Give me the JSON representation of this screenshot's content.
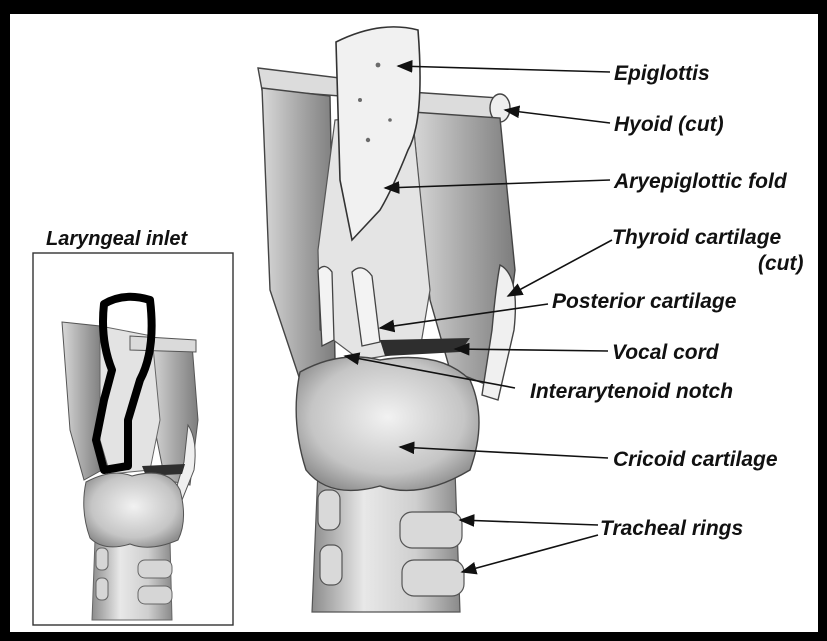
{
  "inset": {
    "title": "Laryngeal inlet"
  },
  "labels": {
    "epiglottis": "Epiglottis",
    "hyoid": "Hyoid (cut)",
    "aryepiglottic_fold": "Aryepiglottic fold",
    "thyroid_line1": "Thyroid cartilage",
    "thyroid_line2": "(cut)",
    "posterior_cartilage": "Posterior cartilage",
    "vocal_cord": "Vocal cord",
    "interarytenoid_notch": "Interarytenoid notch",
    "cricoid_cartilage": "Cricoid cartilage",
    "tracheal_rings": "Tracheal rings"
  },
  "colors": {
    "frame": "#000000",
    "background": "#ffffff",
    "tissue_light": "#e6e6e6",
    "tissue_mid": "#b9b9b9",
    "tissue_dark": "#7a7a7a",
    "inlet_outline": "#000000"
  }
}
